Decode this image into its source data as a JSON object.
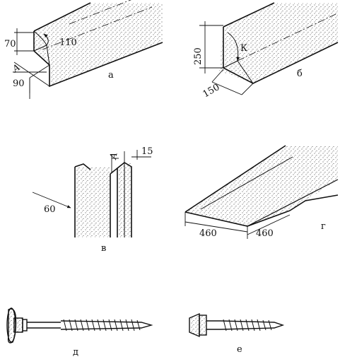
{
  "figures": {
    "a": {
      "label": "а",
      "dims": {
        "height": "70",
        "angle": "110",
        "depth": "90",
        "marker": "А"
      }
    },
    "b": {
      "label": "б",
      "dims": {
        "height": "250",
        "width": "150",
        "marker": "К"
      }
    },
    "v": {
      "label": "в",
      "dims": {
        "width": "60",
        "gap": "15",
        "marker": "А"
      }
    },
    "g": {
      "label": "г",
      "dims": {
        "left": "460",
        "right": "460"
      }
    },
    "d": {
      "label": "д"
    },
    "e": {
      "label": "е"
    }
  },
  "colors": {
    "ink": "#111111",
    "paper": "#ffffff"
  }
}
